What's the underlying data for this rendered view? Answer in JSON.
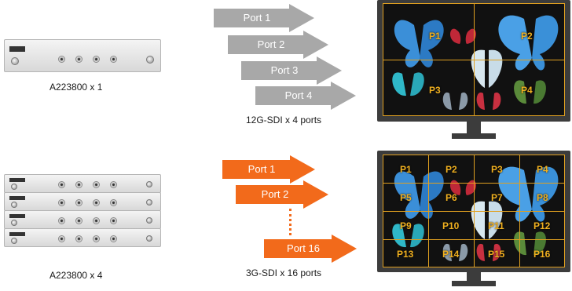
{
  "top": {
    "device_label": "A223800 x 1",
    "signal_label": "12G-SDI x 4 ports",
    "ports": [
      "Port 1",
      "Port 2",
      "Port 3",
      "Port 4"
    ],
    "screen_labels": [
      "P1",
      "P2",
      "P3",
      "P4"
    ],
    "arrow_color": "#a8a8a8"
  },
  "bottom": {
    "device_label": "A223800 x 4",
    "signal_label": "3G-SDI x 16 ports",
    "ports": [
      "Port 1",
      "Port 2",
      "Port 16"
    ],
    "screen_labels": [
      "P1",
      "P2",
      "P3",
      "P4",
      "P5",
      "P6",
      "P7",
      "P8",
      "P9",
      "P10",
      "P11",
      "P12",
      "P13",
      "P14",
      "P15",
      "P16"
    ],
    "arrow_color": "#f26a1b"
  },
  "colors": {
    "grid_line": "#e0a020",
    "label": "#f0b020",
    "monitor": "#3c3c3c"
  }
}
